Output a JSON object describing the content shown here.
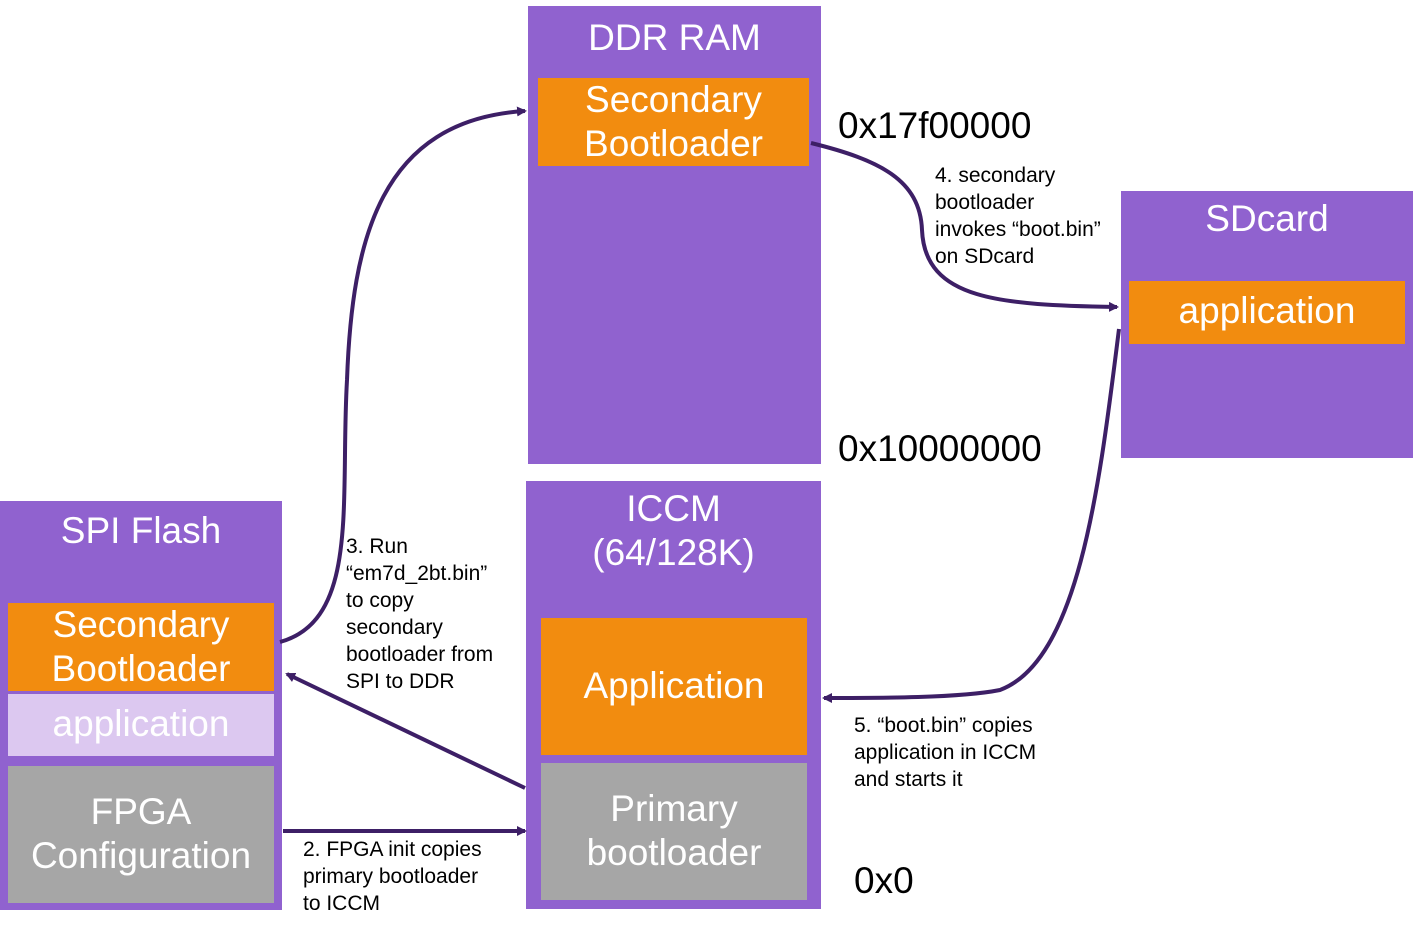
{
  "ddr": {
    "title": "DDR RAM",
    "secondary": "Secondary\nBootloader"
  },
  "sdcard": {
    "title": "SDcard",
    "app": "application"
  },
  "iccm": {
    "title": "ICCM\n(64/128K)",
    "app": "Application",
    "primary": "Primary\nbootloader"
  },
  "spi": {
    "title": "SPI Flash",
    "secondary": "Secondary\nBootloader",
    "app": "application",
    "fpga": "FPGA\nConfiguration"
  },
  "addresses": {
    "top": "0x17f00000",
    "ddr_base": "0x10000000",
    "zero": "0x0"
  },
  "notes": {
    "step2": "2. FPGA init copies\nprimary bootloader\nto ICCM",
    "step3": "3. Run\n“em7d_2bt.bin”\nto copy\nsecondary\nbootloader from\nSPI to DDR",
    "step4": "4. secondary\nbootloader\ninvokes “boot.bin”\non SDcard",
    "step5": "5. “boot.bin” copies\napplication in ICCM\nand starts it"
  },
  "colors": {
    "purple": "#9062cf",
    "orange": "#f28c0f",
    "lilac": "#dcc8f0",
    "gray": "#a6a6a6",
    "arrow": "#3d1f66"
  }
}
